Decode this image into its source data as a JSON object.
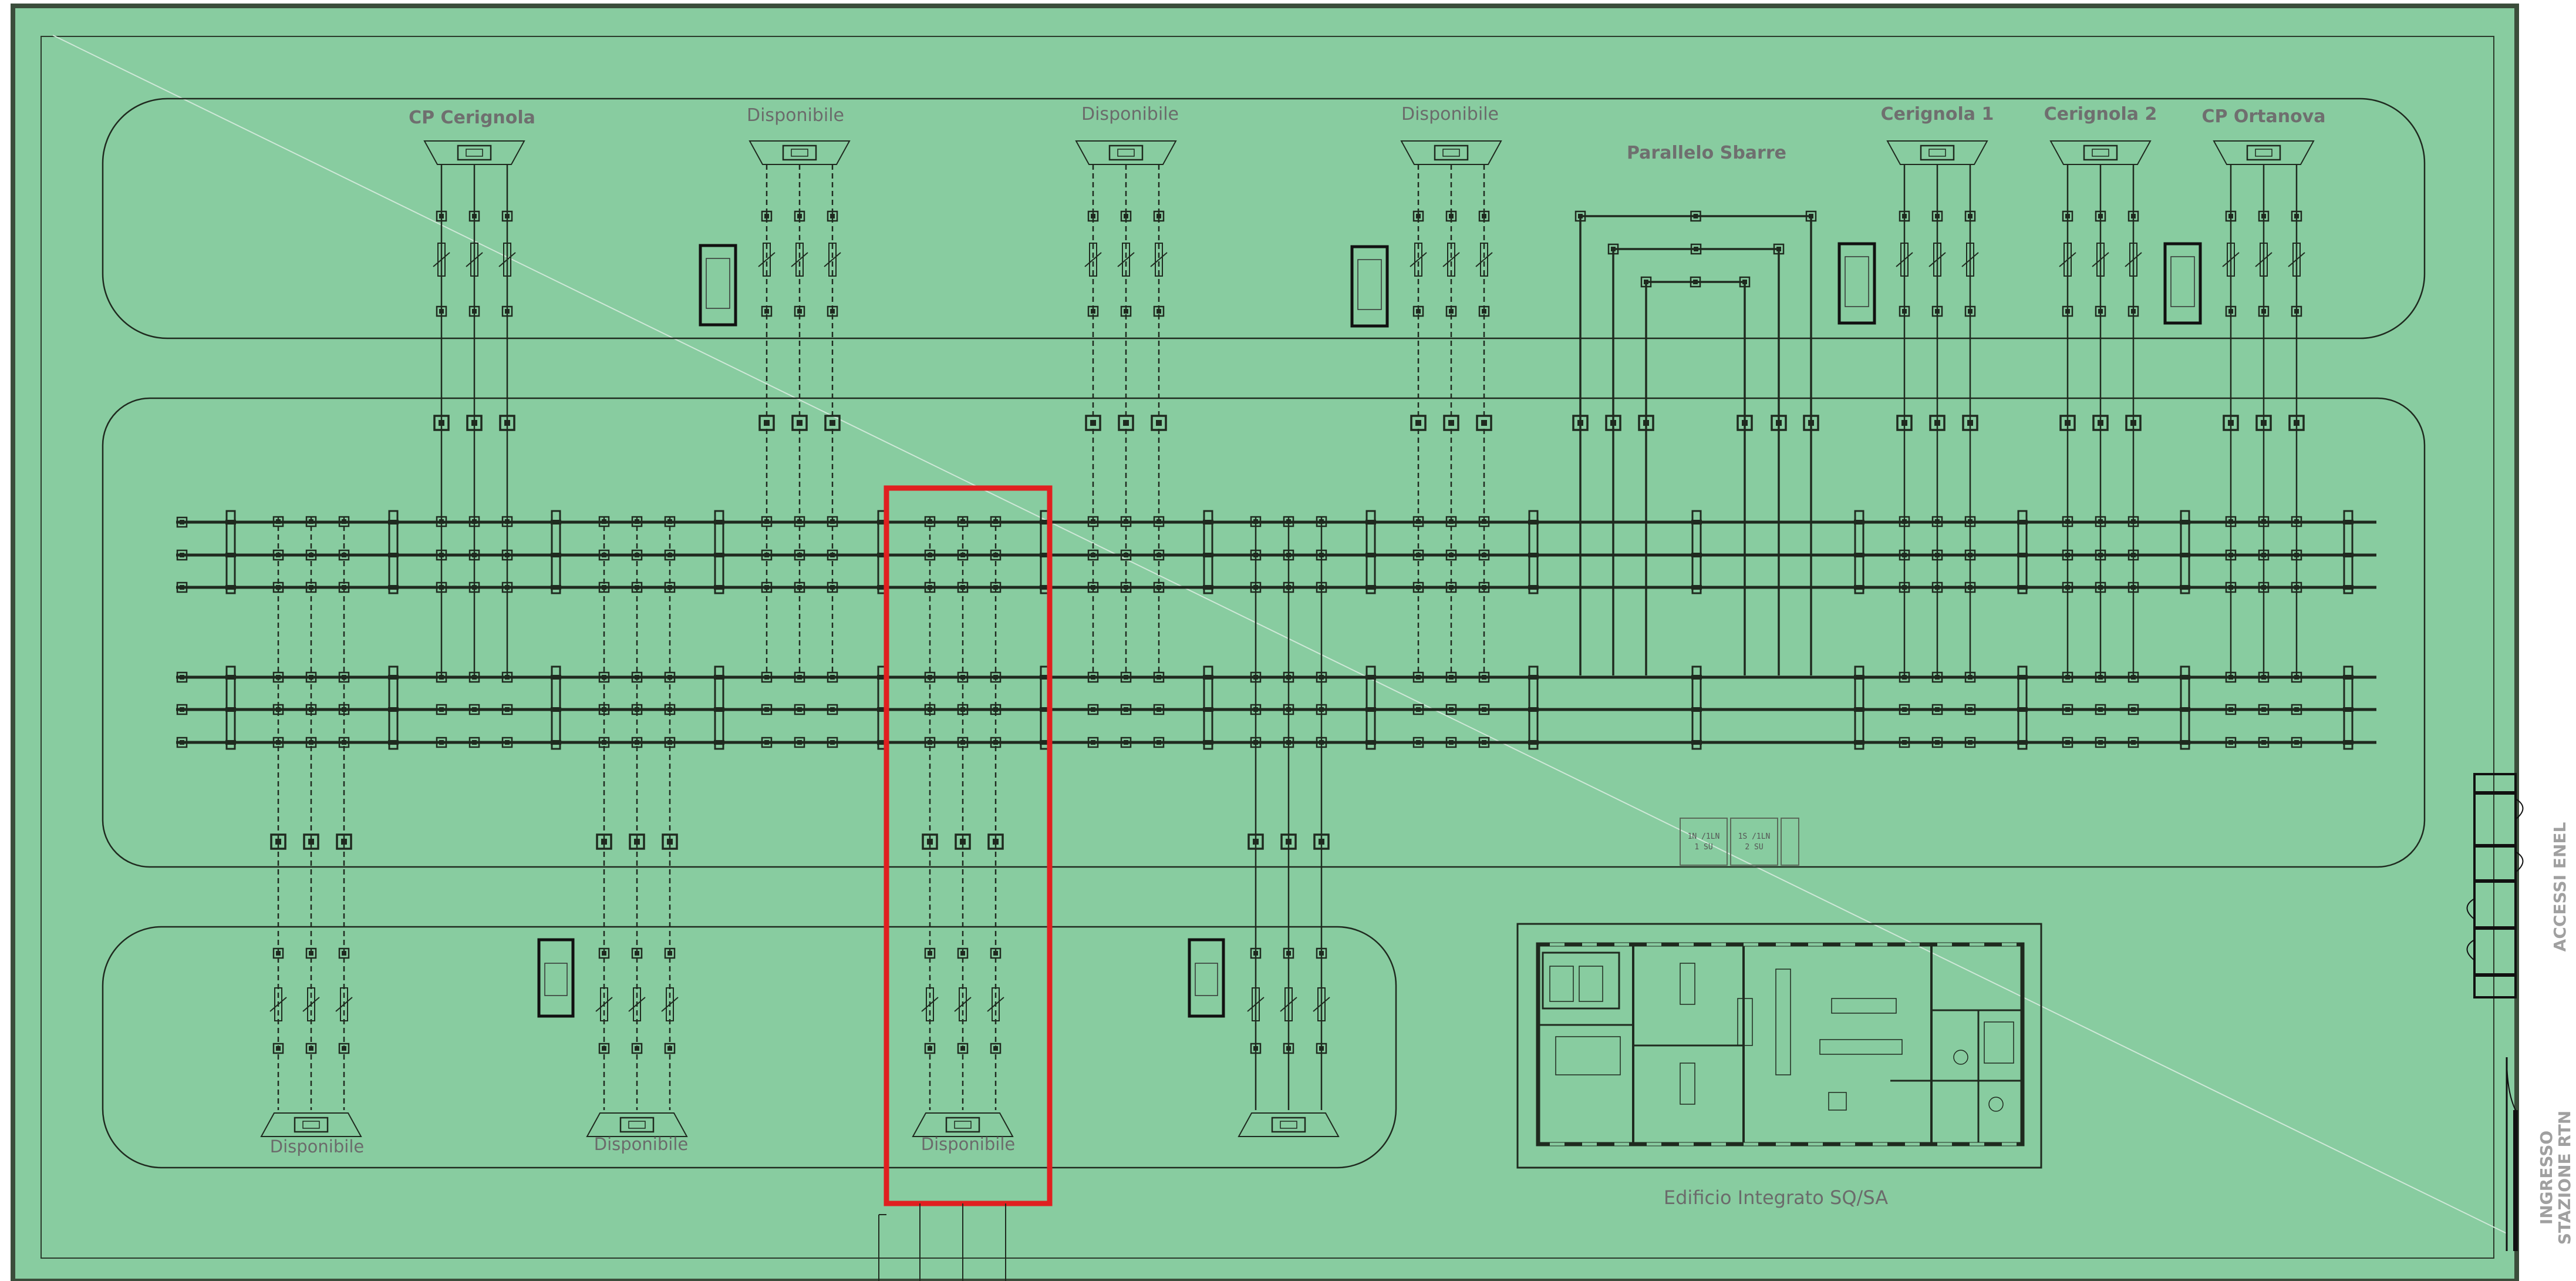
{
  "colors": {
    "background": "#88ccA0",
    "line": "#1f2a1f",
    "highlight": "#e02020",
    "text": "#6b6b6b"
  },
  "top_bays": [
    {
      "label": "CP Cerignola",
      "bold": true
    },
    {
      "label": "Disponibile",
      "bold": false
    },
    {
      "label": "Disponibile",
      "bold": false
    },
    {
      "label": "Disponibile",
      "bold": false
    },
    {
      "label": "Parallelo Sbarre",
      "bold": true
    },
    {
      "label": "Cerignola 1",
      "bold": true
    },
    {
      "label": "Cerignola 2",
      "bold": true
    },
    {
      "label": "CP Ortanova",
      "bold": true
    }
  ],
  "bottom_bays": [
    {
      "label": "Disponibile"
    },
    {
      "label": "Disponibile"
    },
    {
      "label": "Disponibile"
    },
    {
      "label": ""
    }
  ],
  "building": {
    "label": "Edificio Integrato SQ/SA"
  },
  "side_labels": {
    "enel": "ACCESSI ENEL",
    "rtn_line1": "INGRESSO",
    "rtn_line2": "STAZIONE RTN"
  },
  "small_tags": [
    "1N /1LN",
    "1S /1LN",
    "1 SU",
    "2 SU"
  ]
}
